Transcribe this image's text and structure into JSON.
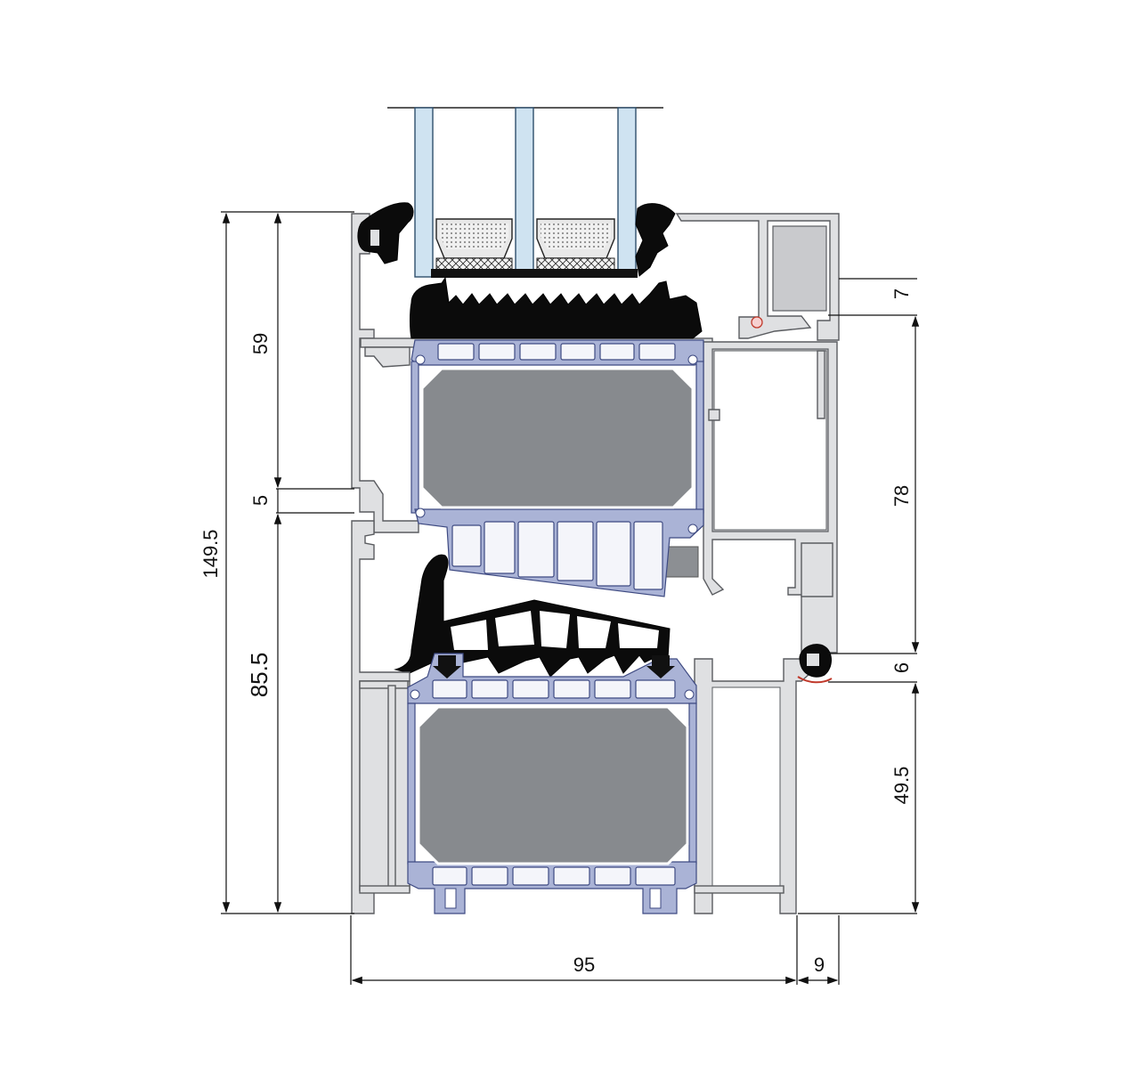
{
  "dimensions": {
    "total_height": "149.5",
    "sash_glazing_height": "59",
    "gap_height": "5",
    "frame_height": "85.5",
    "right_top_small": "7",
    "right_mid": "78",
    "right_gap": "6",
    "right_bottom": "49.5",
    "width_main": "95",
    "width_offset": "9"
  },
  "colors": {
    "aluminium": "#dfe0e2",
    "insulation": "#878a8e",
    "thermal_break": "#aab3d6",
    "gasket": "#0b0b0b",
    "glass": "#cfe3f1"
  }
}
